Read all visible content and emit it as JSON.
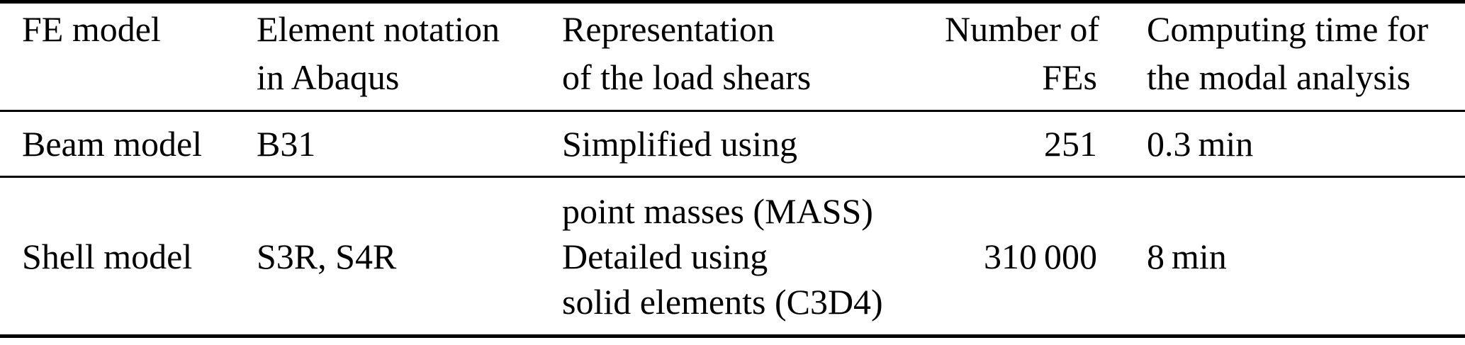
{
  "page": {
    "background": "#ffffff",
    "text_color": "#000000",
    "rule_color": "#000000"
  },
  "table": {
    "columns": [
      {
        "id": "fe-model",
        "align": "left",
        "header_lines": [
          "FE model"
        ]
      },
      {
        "id": "element-notation",
        "align": "left",
        "header_lines": [
          "Element notation",
          "in Abaqus"
        ]
      },
      {
        "id": "load-shears-representation",
        "align": "left",
        "header_lines": [
          "Representation",
          "of the load shears"
        ]
      },
      {
        "id": "number-of-fes",
        "align": "right",
        "header_lines": [
          "Number of",
          "FEs"
        ]
      },
      {
        "id": "computing-time",
        "align": "left",
        "header_lines": [
          "Computing time for",
          "the modal analysis"
        ]
      }
    ],
    "rows": [
      {
        "id": "beam-model",
        "cells": [
          {
            "lines": [
              "Beam model"
            ]
          },
          {
            "lines": [
              "B31"
            ]
          },
          {
            "lines": [
              "Simplified using"
            ]
          },
          {
            "lines": [
              "251"
            ]
          },
          {
            "lines": [
              "0.3 min"
            ]
          }
        ]
      },
      {
        "id": "shell-model",
        "cells": [
          {
            "lines": [
              "Shell model"
            ]
          },
          {
            "lines": [
              "S3R, S4R"
            ]
          },
          {
            "lines": [
              "point masses (MASS)",
              "Detailed using",
              "solid elements (C3D4)"
            ]
          },
          {
            "lines": [
              "310 000"
            ]
          },
          {
            "lines": [
              "8 min"
            ]
          }
        ]
      }
    ]
  }
}
